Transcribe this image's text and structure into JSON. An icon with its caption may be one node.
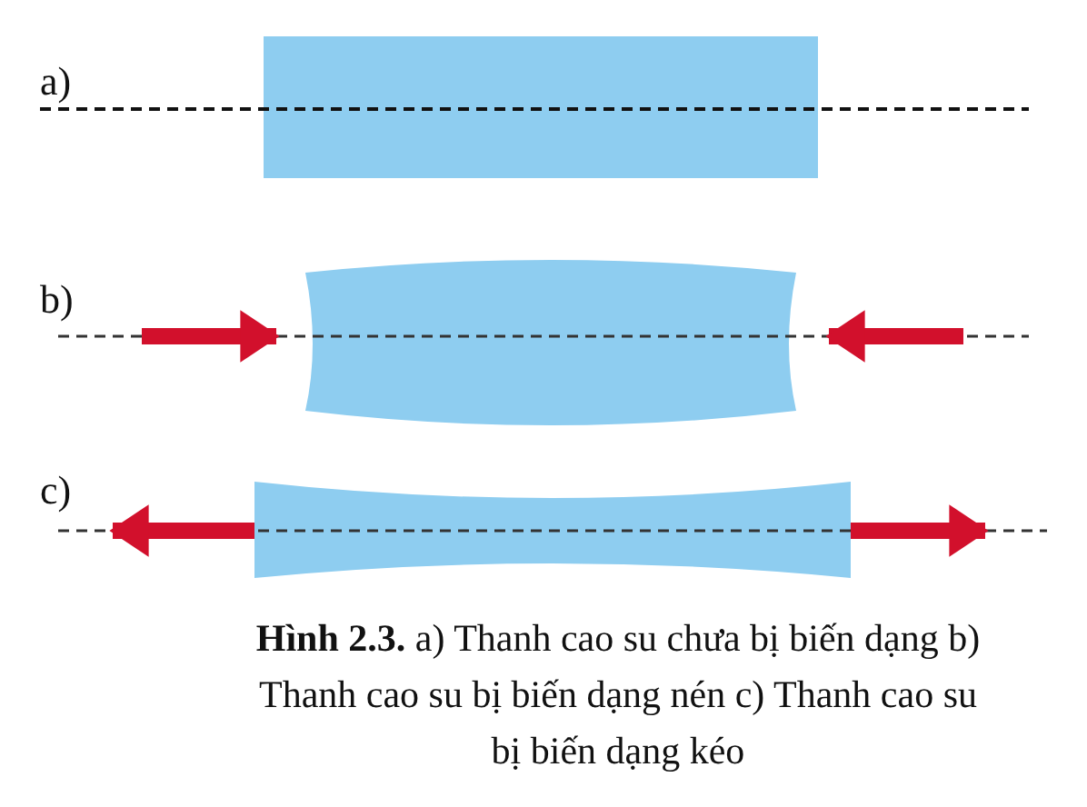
{
  "diagram": {
    "caption": "**Hình 2.3.** a) Thanh cao su chưa bị biến dạng b) Thanh cao su bị biến dạng nén c) Thanh cao su bị biến dạng kéo",
    "labels": [
      "a)",
      "b)",
      "c)"
    ]
  }
}
